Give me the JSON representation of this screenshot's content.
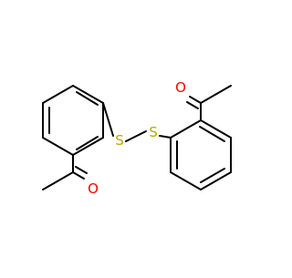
{
  "molecule": {
    "atoms": {
      "s1": "S",
      "s2": "S",
      "o1": "O",
      "o2": "O"
    },
    "colors": {
      "bond": "#000000",
      "sulfur": "#b8a800",
      "oxygen": "#ff0000"
    }
  }
}
